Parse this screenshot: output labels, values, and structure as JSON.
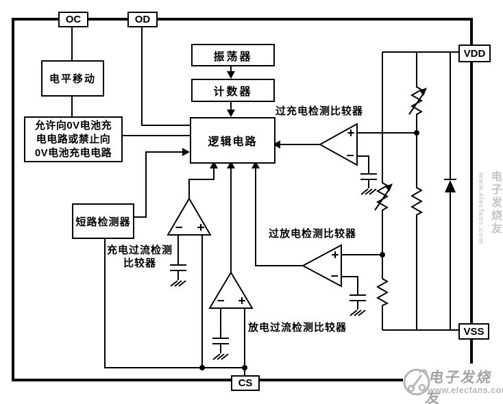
{
  "pins": {
    "oc": "OC",
    "od": "OD",
    "vdd": "VDD",
    "vss": "VSS",
    "cs": "CS"
  },
  "blocks": {
    "oscillator": "振荡器",
    "counter": "计数器",
    "logic": "逻辑电路",
    "level_shift": "电平移动",
    "short_detector": "短路检测器",
    "zero_v_note_lines": [
      "允许向0V电池充",
      "电电路或禁止向",
      "0V电池充电电路"
    ]
  },
  "comparators": {
    "overcharge": {
      "label": "过充电检测比较器",
      "plus": "+",
      "minus": "−"
    },
    "overdischarge": {
      "label": "过放电检测比较器",
      "plus": "+",
      "minus": "−"
    },
    "charge_overcurrent": {
      "label_lines": [
        "充电过流检测",
        "比较器"
      ],
      "plus": "+",
      "minus": "−"
    },
    "discharge_overcurrent": {
      "label": "放电过流检测比较器",
      "plus": "+",
      "minus": "−"
    }
  },
  "watermark": {
    "brand": "电子发烧友",
    "url": "www.elecfans.com"
  },
  "colors": {
    "line": "#000000",
    "watermark_gray": "#b0b0b0"
  }
}
